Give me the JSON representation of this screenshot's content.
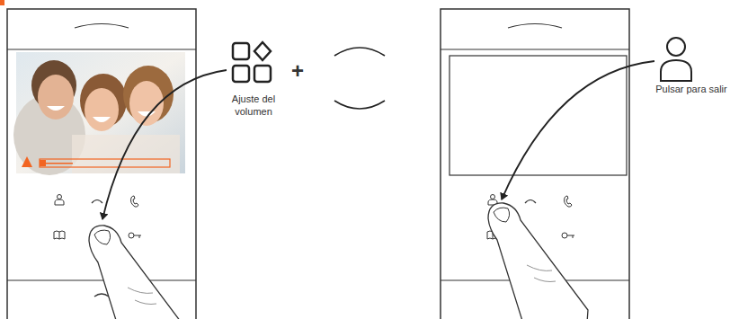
{
  "diagram": {
    "labels": [
      "Ajuste del volumen",
      "+",
      "Pulsar para salir"
    ]
  }
}
